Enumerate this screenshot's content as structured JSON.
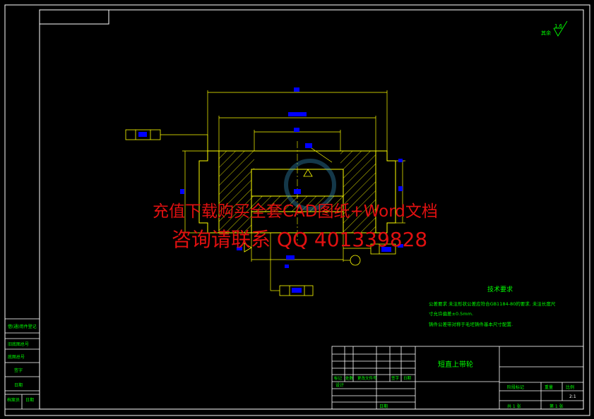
{
  "drawing": {
    "title": "",
    "roughness_label": "其余",
    "roughness_value": "1.6",
    "section_roughness": "1.6"
  },
  "tech_requirements": {
    "title": "技术要求",
    "line1": "公差要求  未注形状公差应符合GB1184-80的要求.   未注长度尺",
    "line2": "寸允许偏差±0.5mm.",
    "line3": "铸件公差带对称于毛坯铸件基本尺寸配置."
  },
  "title_block": {
    "part_name": "短直上带轮",
    "scale_value": "2:1",
    "header_labels": [
      "标记",
      "处数",
      "更改文件号",
      "签字",
      "日期"
    ],
    "design_label": "设计",
    "approval_label": "日期",
    "stage_labels": [
      "阶段标记",
      "重量",
      "比例"
    ],
    "sheet_labels": [
      "共 1 张",
      "第 1 张"
    ]
  },
  "left_strip": {
    "labels": [
      "借(通)用件登记",
      "旧底图总号",
      "底图总号",
      "签字",
      "日期",
      "档案员",
      "日期"
    ]
  },
  "watermark": {
    "line1": "充值下载购买全套CAD图纸+Word文档",
    "line2": "咨询请联系  QQ 401339828"
  },
  "colors": {
    "background": "#000000",
    "frame": "#ffffff",
    "geometry": "#ffff00",
    "hatch": "#ffff00",
    "dimension_text": "#0000ff",
    "notes": "#00ff00",
    "watermark": "#e01010"
  }
}
